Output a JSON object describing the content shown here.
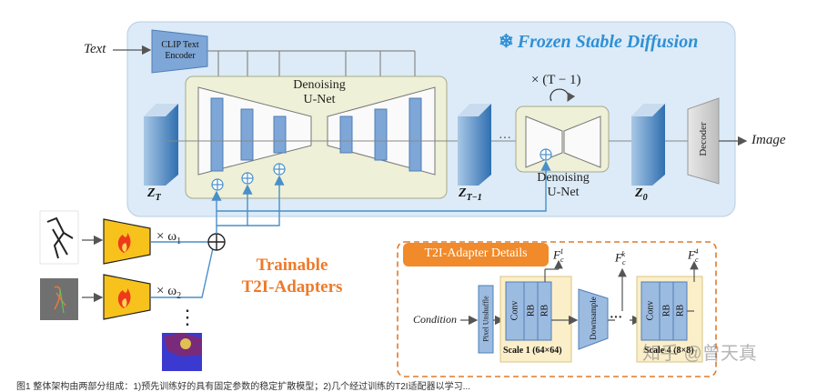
{
  "inputs": {
    "text": "Text",
    "condition": "Condition"
  },
  "frozen": {
    "title": "Frozen Stable Diffusion",
    "clip": [
      "CLIP Text",
      "Encoder"
    ],
    "unet1": [
      "Denoising",
      "U-Net"
    ],
    "unet2": [
      "Denoising",
      "U-Net"
    ],
    "loop": "× (T − 1)",
    "dots": "···",
    "decoder": "Decoder",
    "image": "Image",
    "z_t": "Z",
    "z_t_sub": "T",
    "z_t1": "Z",
    "z_t1_sub": "T−1",
    "z_0": "Z",
    "z_0_sub": "0"
  },
  "adapters": {
    "title1": "Trainable",
    "title2": "T2I-Adapters",
    "w1": "× ω",
    "w1_sub": "1",
    "w2": "× ω",
    "w2_sub": "2",
    "vdots": "⋮"
  },
  "details": {
    "title": "T2I-Adapter Details",
    "pixel_unshuffle": "Pixel Unshuffle",
    "conv": "Conv",
    "rb": "RB",
    "downsample": "Downsample",
    "scale1": "Scale 1 (64×64)",
    "scale4": "Scale 4 (8×8)",
    "f1": "F",
    "f1_sub": "c",
    "f1_sup": "1",
    "fk": "F",
    "fk_sub": "c",
    "fk_sup": "k",
    "f4": "F",
    "f4_sub": "c",
    "f4_sup": "4",
    "dots": "···"
  },
  "watermark": "知乎 @曾天真",
  "caption": "图1 整体架构由两部分组成：1)预先训练好的具有固定参数的稳定扩散模型；2)几个经过训练的T2I适配器以学习..."
}
